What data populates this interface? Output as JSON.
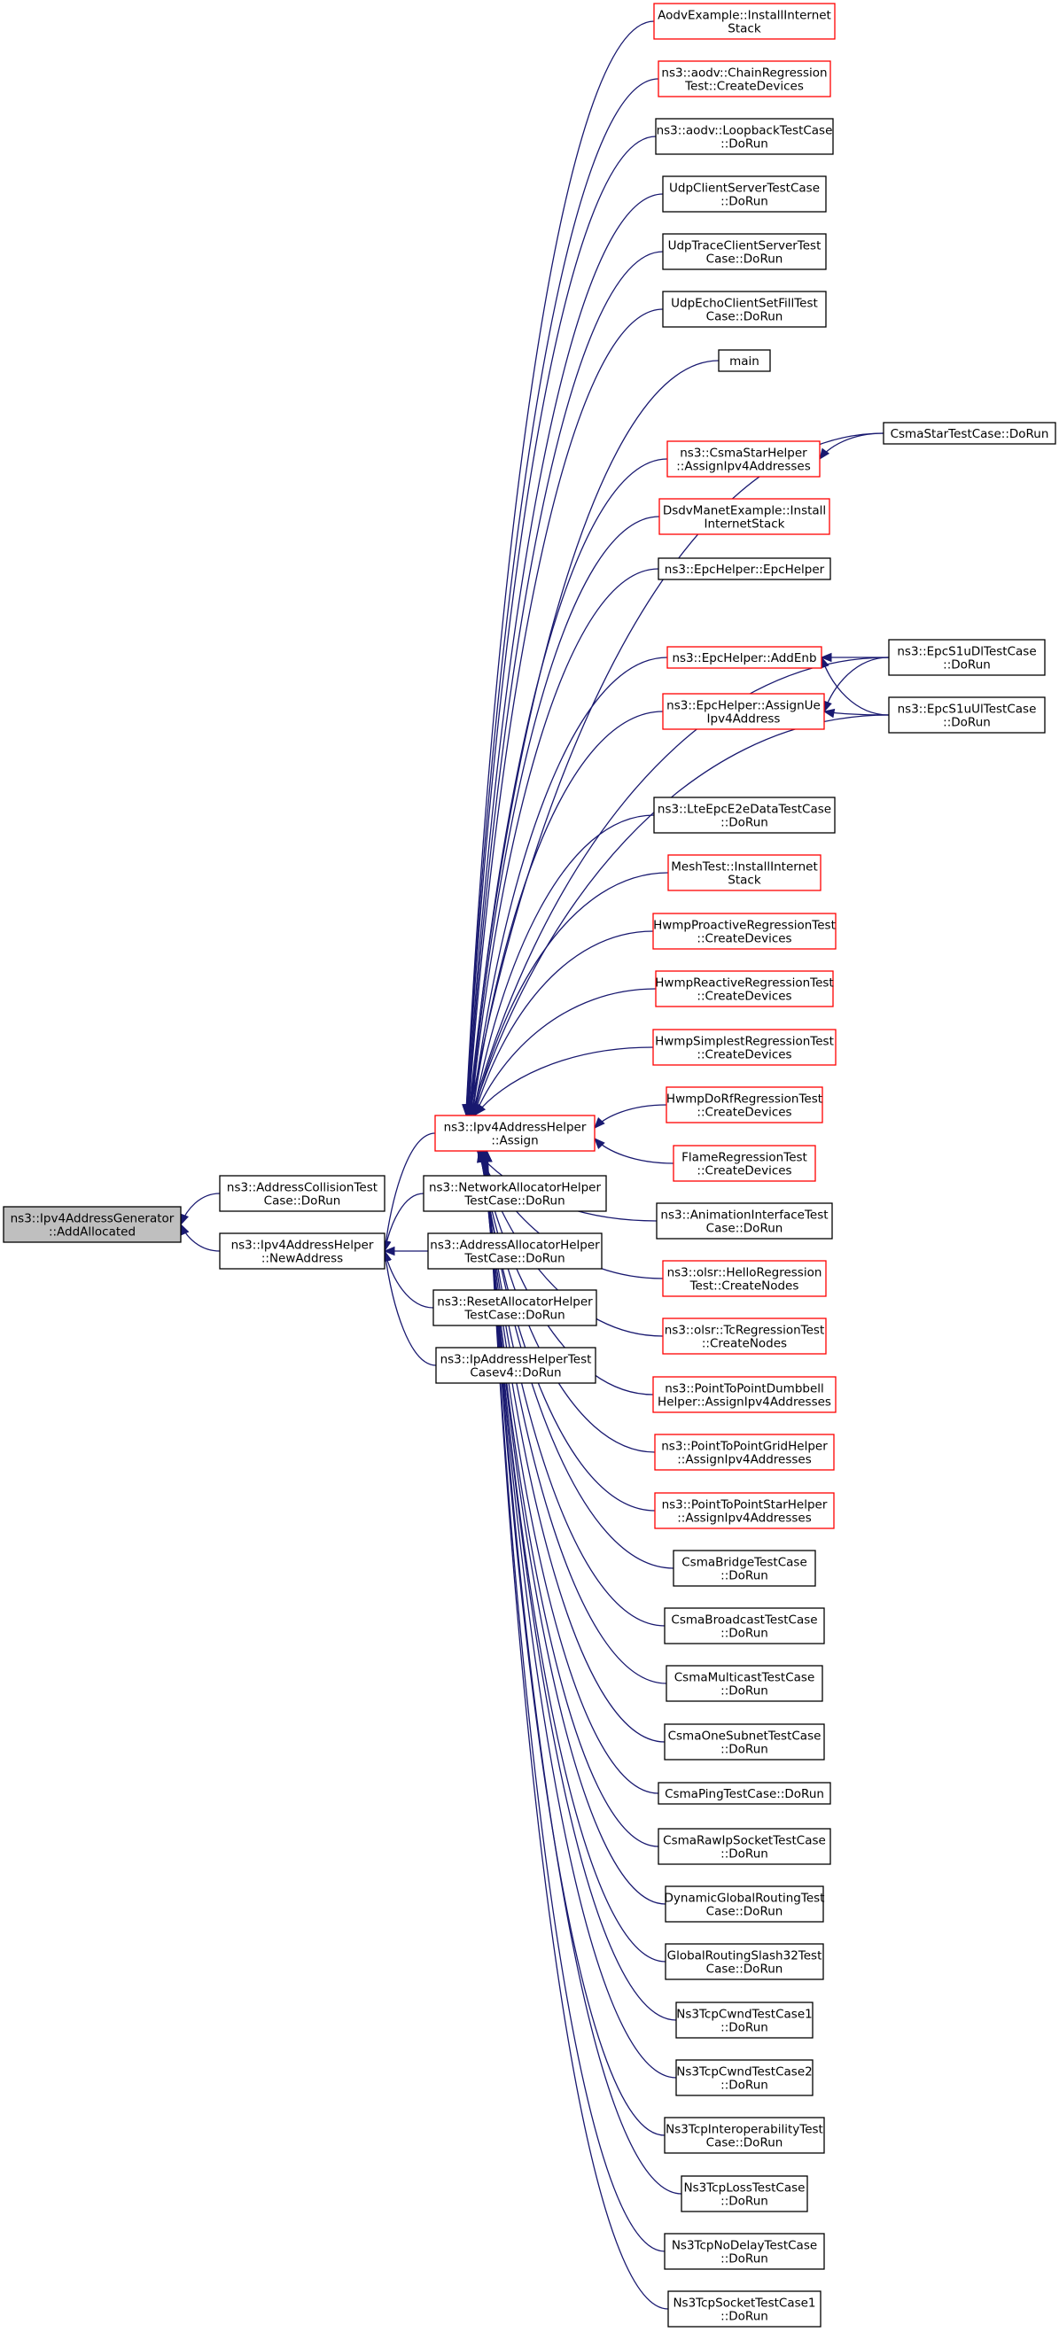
{
  "graph": {
    "colors": {
      "edge": "#191970",
      "border_default": "#000000",
      "border_incomplete": "#ff0000",
      "root_fill": "#bfbfbf",
      "fill": "#ffffff"
    },
    "nodes": {
      "root": {
        "lines": [
          "ns3::Ipv4AddressGenerator",
          "::AddAllocated"
        ],
        "style": "root"
      },
      "addrcoll": {
        "lines": [
          "ns3::AddressCollisionTest",
          "Case::DoRun"
        ],
        "style": "black"
      },
      "newaddr": {
        "lines": [
          "ns3::Ipv4AddressHelper",
          "::NewAddress"
        ],
        "style": "black"
      },
      "assign": {
        "lines": [
          "ns3::Ipv4AddressHelper",
          "::Assign"
        ],
        "style": "red"
      },
      "netalloc": {
        "lines": [
          "ns3::NetworkAllocatorHelper",
          "TestCase::DoRun"
        ],
        "style": "black"
      },
      "addralloc": {
        "lines": [
          "ns3::AddressAllocatorHelper",
          "TestCase::DoRun"
        ],
        "style": "black"
      },
      "resetalloc": {
        "lines": [
          "ns3::ResetAllocatorHelper",
          "TestCase::DoRun"
        ],
        "style": "black"
      },
      "ipaddrv4": {
        "lines": [
          "ns3::IpAddressHelperTest",
          "Casev4::DoRun"
        ],
        "style": "black"
      },
      "aodvinst": {
        "lines": [
          "AodvExample::InstallInternet",
          "Stack"
        ],
        "style": "red"
      },
      "aodvchain": {
        "lines": [
          "ns3::aodv::ChainRegression",
          "Test::CreateDevices"
        ],
        "style": "red"
      },
      "aodvloop": {
        "lines": [
          "ns3::aodv::LoopbackTestCase",
          "::DoRun"
        ],
        "style": "black"
      },
      "udpcs": {
        "lines": [
          "UdpClientServerTestCase",
          "::DoRun"
        ],
        "style": "black"
      },
      "udptrace": {
        "lines": [
          "UdpTraceClientServerTest",
          "Case::DoRun"
        ],
        "style": "black"
      },
      "udpecho": {
        "lines": [
          "UdpEchoClientSetFillTest",
          "Case::DoRun"
        ],
        "style": "black"
      },
      "main": {
        "lines": [
          "main"
        ],
        "style": "black"
      },
      "csmastarhelper": {
        "lines": [
          "ns3::CsmaStarHelper",
          "::AssignIpv4Addresses"
        ],
        "style": "red"
      },
      "csmastartest": {
        "lines": [
          "CsmaStarTestCase::DoRun"
        ],
        "style": "black"
      },
      "dsdv": {
        "lines": [
          "DsdvManetExample::Install",
          "InternetStack"
        ],
        "style": "red"
      },
      "epchelper": {
        "lines": [
          "ns3::EpcHelper::EpcHelper"
        ],
        "style": "black"
      },
      "addenb": {
        "lines": [
          "ns3::EpcHelper::AddEnb"
        ],
        "style": "red"
      },
      "epcs1dl": {
        "lines": [
          "ns3::EpcS1uDlTestCase",
          "::DoRun"
        ],
        "style": "black"
      },
      "assignue": {
        "lines": [
          "ns3::EpcHelper::AssignUe",
          "Ipv4Address"
        ],
        "style": "red"
      },
      "epcs1ul": {
        "lines": [
          "ns3::EpcS1uUlTestCase",
          "::DoRun"
        ],
        "style": "black"
      },
      "lteepc": {
        "lines": [
          "ns3::LteEpcE2eDataTestCase",
          "::DoRun"
        ],
        "style": "black"
      },
      "meshtest": {
        "lines": [
          "MeshTest::InstallInternet",
          "Stack"
        ],
        "style": "red"
      },
      "hwmppro": {
        "lines": [
          "HwmpProactiveRegressionTest",
          "::CreateDevices"
        ],
        "style": "red"
      },
      "hwmpre": {
        "lines": [
          "HwmpReactiveRegressionTest",
          "::CreateDevices"
        ],
        "style": "red"
      },
      "hwmpsim": {
        "lines": [
          "HwmpSimplestRegressionTest",
          "::CreateDevices"
        ],
        "style": "red"
      },
      "hwmpdorf": {
        "lines": [
          "HwmpDoRfRegressionTest",
          "::CreateDevices"
        ],
        "style": "red"
      },
      "flame": {
        "lines": [
          "FlameRegressionTest",
          "::CreateDevices"
        ],
        "style": "red"
      },
      "anim": {
        "lines": [
          "ns3::AnimationInterfaceTest",
          "Case::DoRun"
        ],
        "style": "black"
      },
      "olsrhello": {
        "lines": [
          "ns3::olsr::HelloRegression",
          "Test::CreateNodes"
        ],
        "style": "red"
      },
      "olsrtc": {
        "lines": [
          "ns3::olsr::TcRegressionTest",
          "::CreateNodes"
        ],
        "style": "red"
      },
      "p2pdumb": {
        "lines": [
          "ns3::PointToPointDumbbell",
          "Helper::AssignIpv4Addresses"
        ],
        "style": "red"
      },
      "p2pgrid": {
        "lines": [
          "ns3::PointToPointGridHelper",
          "::AssignIpv4Addresses"
        ],
        "style": "red"
      },
      "p2pstar": {
        "lines": [
          "ns3::PointToPointStarHelper",
          "::AssignIpv4Addresses"
        ],
        "style": "red"
      },
      "csmabridge": {
        "lines": [
          "CsmaBridgeTestCase",
          "::DoRun"
        ],
        "style": "black"
      },
      "csmabcast": {
        "lines": [
          "CsmaBroadcastTestCase",
          "::DoRun"
        ],
        "style": "black"
      },
      "csmamcast": {
        "lines": [
          "CsmaMulticastTestCase",
          "::DoRun"
        ],
        "style": "black"
      },
      "csmaone": {
        "lines": [
          "CsmaOneSubnetTestCase",
          "::DoRun"
        ],
        "style": "black"
      },
      "csmaping": {
        "lines": [
          "CsmaPingTestCase::DoRun"
        ],
        "style": "black"
      },
      "csmaraw": {
        "lines": [
          "CsmaRawIpSocketTestCase",
          "::DoRun"
        ],
        "style": "black"
      },
      "dynglobal": {
        "lines": [
          "DynamicGlobalRoutingTest",
          "Case::DoRun"
        ],
        "style": "black"
      },
      "globalslash": {
        "lines": [
          "GlobalRoutingSlash32Test",
          "Case::DoRun"
        ],
        "style": "black"
      },
      "tcpcwnd1": {
        "lines": [
          "Ns3TcpCwndTestCase1",
          "::DoRun"
        ],
        "style": "black"
      },
      "tcpcwnd2": {
        "lines": [
          "Ns3TcpCwndTestCase2",
          "::DoRun"
        ],
        "style": "black"
      },
      "tcpinterop": {
        "lines": [
          "Ns3TcpInteroperabilityTest",
          "Case::DoRun"
        ],
        "style": "black"
      },
      "tcploss": {
        "lines": [
          "Ns3TcpLossTestCase",
          "::DoRun"
        ],
        "style": "black"
      },
      "tcpnodelay": {
        "lines": [
          "Ns3TcpNoDelayTestCase",
          "::DoRun"
        ],
        "style": "black"
      },
      "tcpsocket1": {
        "lines": [
          "Ns3TcpSocketTestCase1",
          "::DoRun"
        ],
        "style": "black"
      }
    },
    "edges": [
      [
        "addrcoll",
        "root"
      ],
      [
        "newaddr",
        "root"
      ],
      [
        "assign",
        "newaddr"
      ],
      [
        "netalloc",
        "newaddr"
      ],
      [
        "addralloc",
        "newaddr"
      ],
      [
        "resetalloc",
        "newaddr"
      ],
      [
        "ipaddrv4",
        "newaddr"
      ],
      [
        "aodvinst",
        "assign"
      ],
      [
        "aodvchain",
        "assign"
      ],
      [
        "aodvloop",
        "assign"
      ],
      [
        "udpcs",
        "assign"
      ],
      [
        "udptrace",
        "assign"
      ],
      [
        "udpecho",
        "assign"
      ],
      [
        "main",
        "assign"
      ],
      [
        "csmastartest",
        "assign"
      ],
      [
        "csmastarhelper",
        "assign"
      ],
      [
        "csmastartest",
        "csmastarhelper"
      ],
      [
        "dsdv",
        "assign"
      ],
      [
        "epchelper",
        "assign"
      ],
      [
        "epcs1dl",
        "assign"
      ],
      [
        "addenb",
        "assign"
      ],
      [
        "epcs1dl",
        "addenb"
      ],
      [
        "epcs1ul",
        "addenb"
      ],
      [
        "assignue",
        "assign"
      ],
      [
        "epcs1ul",
        "assignue"
      ],
      [
        "epcs1dl",
        "assignue"
      ],
      [
        "epcs1ul",
        "assign"
      ],
      [
        "lteepc",
        "assign"
      ],
      [
        "meshtest",
        "assign"
      ],
      [
        "hwmppro",
        "assign"
      ],
      [
        "hwmpre",
        "assign"
      ],
      [
        "hwmpsim",
        "assign"
      ],
      [
        "hwmpdorf",
        "assign"
      ],
      [
        "flame",
        "assign"
      ],
      [
        "anim",
        "assign"
      ],
      [
        "olsrhello",
        "assign"
      ],
      [
        "olsrtc",
        "assign"
      ],
      [
        "p2pdumb",
        "assign"
      ],
      [
        "p2pgrid",
        "assign"
      ],
      [
        "p2pstar",
        "assign"
      ],
      [
        "csmabridge",
        "assign"
      ],
      [
        "csmabcast",
        "assign"
      ],
      [
        "csmamcast",
        "assign"
      ],
      [
        "csmaone",
        "assign"
      ],
      [
        "csmaping",
        "assign"
      ],
      [
        "csmaraw",
        "assign"
      ],
      [
        "dynglobal",
        "assign"
      ],
      [
        "globalslash",
        "assign"
      ],
      [
        "tcpcwnd1",
        "assign"
      ],
      [
        "tcpcwnd2",
        "assign"
      ],
      [
        "tcpinterop",
        "assign"
      ],
      [
        "tcploss",
        "assign"
      ],
      [
        "tcpnodelay",
        "assign"
      ],
      [
        "tcpsocket1",
        "assign"
      ]
    ]
  }
}
